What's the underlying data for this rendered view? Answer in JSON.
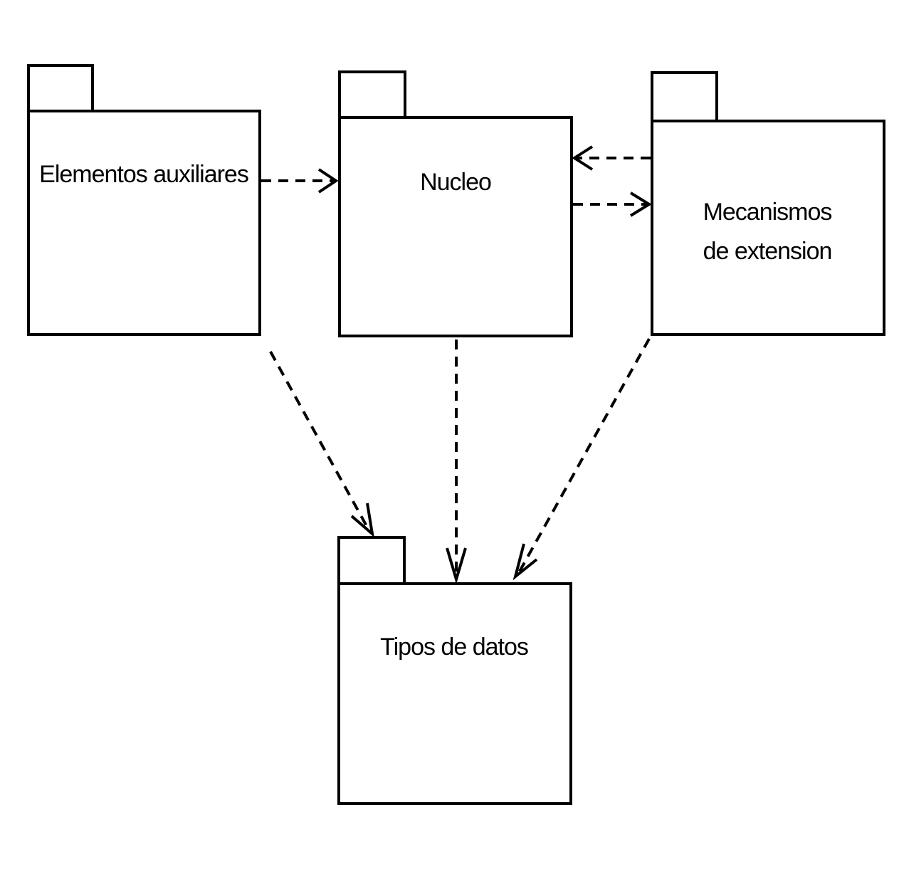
{
  "packages": {
    "elementos": {
      "label": "Elementos auxiliares"
    },
    "nucleo": {
      "label": "Nucleo"
    },
    "mecanismos": {
      "line1": "Mecanismos",
      "line2": "de extension"
    },
    "tipos": {
      "label": "Tipos de datos"
    }
  },
  "dependencies": [
    {
      "from": "Elementos auxiliares",
      "to": "Nucleo"
    },
    {
      "from": "Mecanismos de extension",
      "to": "Nucleo"
    },
    {
      "from": "Nucleo",
      "to": "Mecanismos de extension"
    },
    {
      "from": "Elementos auxiliares",
      "to": "Tipos de datos"
    },
    {
      "from": "Nucleo",
      "to": "Tipos de datos"
    },
    {
      "from": "Mecanismos de extension",
      "to": "Tipos de datos"
    }
  ]
}
